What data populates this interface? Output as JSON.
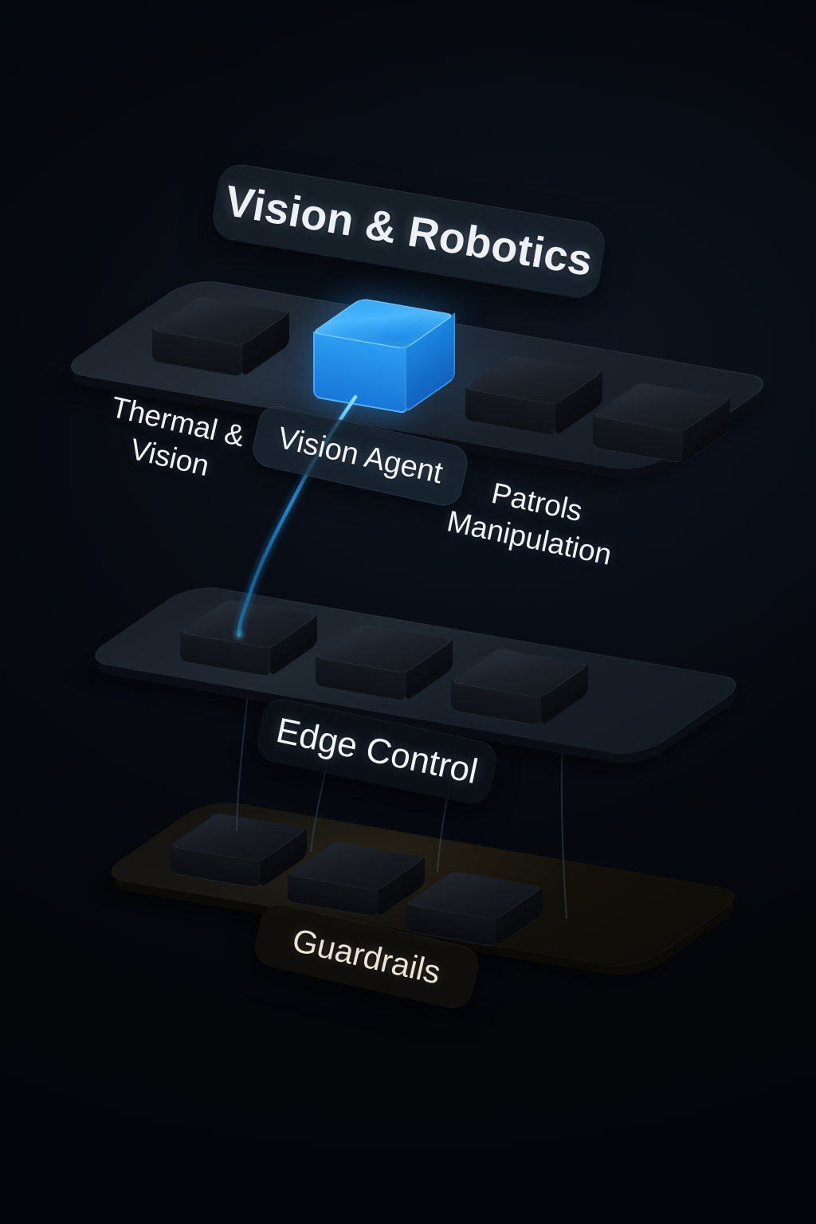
{
  "title": "Vision & Robotics",
  "top_layer": {
    "modules": {
      "thermal_vision": {
        "line1": "Thermal &",
        "line2": "Vision"
      },
      "vision_agent": {
        "label": "Vision Agent"
      },
      "patrols_manipulation": {
        "line1": "Patrols",
        "line2": "Manipulation"
      }
    }
  },
  "middle_layer": {
    "label": "Edge Control"
  },
  "bottom_layer": {
    "label": "Guardrails"
  },
  "colors": {
    "accent_blue": "#2699f2",
    "glow_cyan": "#5fd0ff",
    "background": "#05070c"
  }
}
